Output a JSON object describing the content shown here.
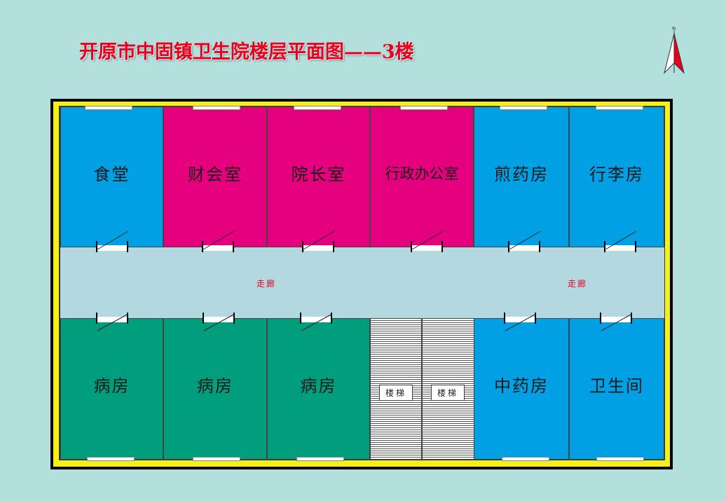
{
  "title": "开原市中固镇卫生院楼层平面图——3楼",
  "compass": {
    "label": "N"
  },
  "colors": {
    "background": "#b3dfdd",
    "outer_frame": "#f5ef1e",
    "corridor": "#b4d8df",
    "blue": "#01a0e4",
    "magenta": "#e5007e",
    "green": "#009e7d",
    "title": "#e8001c"
  },
  "rooms_top": [
    {
      "label": "食堂",
      "color": "blue"
    },
    {
      "label": "财会室",
      "color": "magenta"
    },
    {
      "label": "院长室",
      "color": "magenta"
    },
    {
      "label": "行政办公室",
      "color": "magenta"
    },
    {
      "label": "煎药房",
      "color": "blue"
    },
    {
      "label": "行李房",
      "color": "blue"
    }
  ],
  "rooms_bottom": [
    {
      "label": "病房",
      "color": "green"
    },
    {
      "label": "病房",
      "color": "green"
    },
    {
      "label": "病房",
      "color": "green"
    },
    {
      "label": "中药房",
      "color": "blue"
    },
    {
      "label": "卫生间",
      "color": "blue"
    }
  ],
  "stairs": [
    {
      "label": "楼梯"
    },
    {
      "label": "楼梯"
    }
  ],
  "corridor_labels": [
    "走廊",
    "走廊"
  ]
}
